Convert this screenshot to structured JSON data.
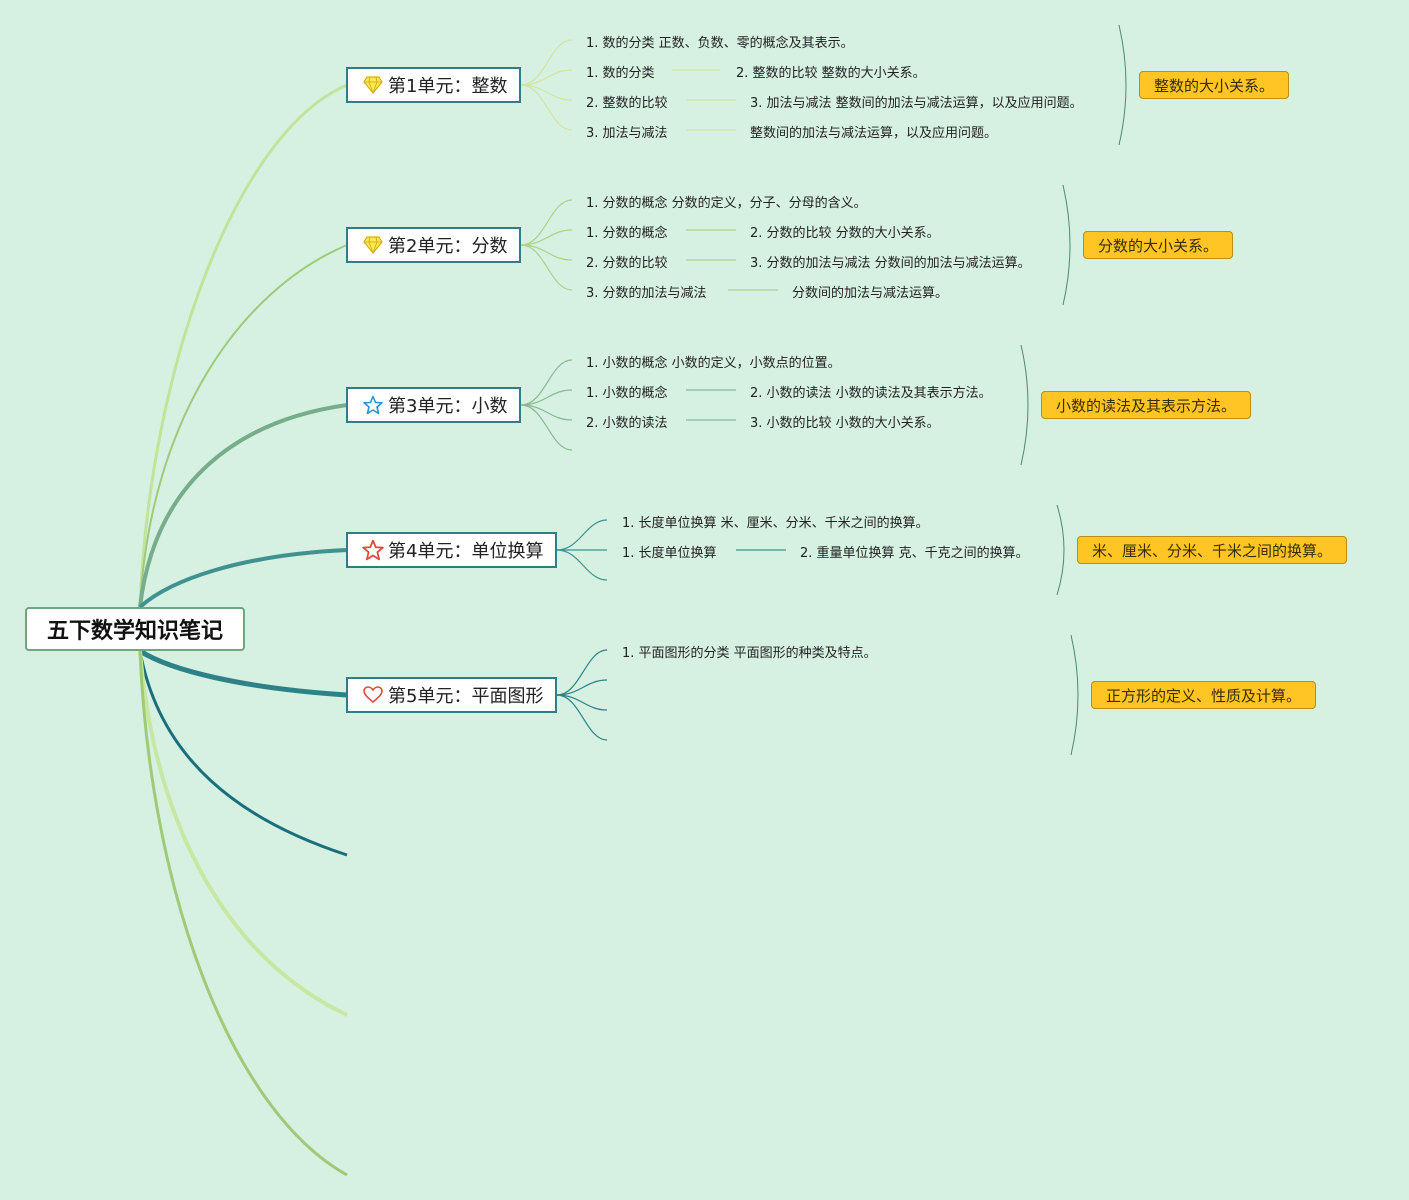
{
  "title": "五下数学知识笔记",
  "colors": {
    "background": "#d6f0e2",
    "tag": "#fec524",
    "unit_border": "#2f7e84"
  },
  "units": [
    {
      "label": "第1单元：整数",
      "icon": "diamond-icon",
      "lines": [
        {
          "left": "1. 数的分类 正数、负数、零的概念及其表示。",
          "right": ""
        },
        {
          "left": "1. 数的分类",
          "right": "2. 整数的比较 整数的大小关系。"
        },
        {
          "left": "2. 整数的比较",
          "right": "3. 加法与减法 整数间的加法与减法运算，以及应用问题。"
        },
        {
          "left": "3. 加法与减法",
          "right": "整数间的加法与减法运算，以及应用问题。"
        }
      ],
      "tag": "整数的大小关系。"
    },
    {
      "label": "第2单元：分数",
      "icon": "diamond-icon",
      "lines": [
        {
          "left": "1. 分数的概念 分数的定义，分子、分母的含义。",
          "right": ""
        },
        {
          "left": "1. 分数的概念",
          "right": "2. 分数的比较 分数的大小关系。"
        },
        {
          "left": "2. 分数的比较",
          "right": "3. 分数的加法与减法 分数间的加法与减法运算。"
        },
        {
          "left": "3. 分数的加法与减法",
          "right": "分数间的加法与减法运算。"
        }
      ],
      "tag": "分数的大小关系。"
    },
    {
      "label": "第3单元：小数",
      "icon": "star-icon",
      "lines": [
        {
          "left": "1. 小数的概念 小数的定义，小数点的位置。",
          "right": ""
        },
        {
          "left": "1. 小数的概念",
          "right": "2. 小数的读法 小数的读法及其表示方法。"
        },
        {
          "left": "2. 小数的读法",
          "right": "3. 小数的比较 小数的大小关系。"
        }
      ],
      "tag": "小数的读法及其表示方法。"
    },
    {
      "label": "第4单元：单位换算",
      "icon": "star-icon",
      "lines": [
        {
          "left": "1. 长度单位换算 米、厘米、分米、千米之间的换算。",
          "right": ""
        },
        {
          "left": "1. 长度单位换算",
          "right": "2. 重量单位换算 克、千克之间的换算。"
        }
      ],
      "tag": "米、厘米、分米、千米之间的换算。"
    },
    {
      "label": "第5单元：平面图形",
      "icon": "heart-icon",
      "lines": [
        {
          "left": "1. 平面图形的分类 平面图形的种类及特点。",
          "right": ""
        }
      ],
      "tag": "正方形的定义、性质及计算。"
    }
  ]
}
